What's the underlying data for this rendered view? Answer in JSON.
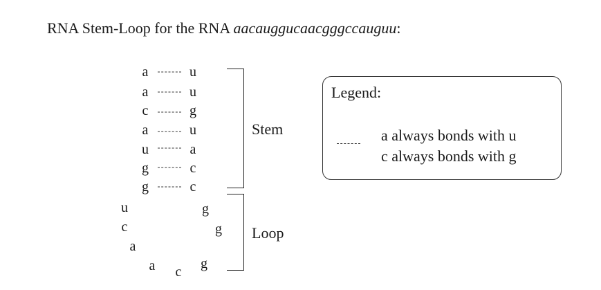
{
  "title": {
    "prefix": "RNA Stem-Loop for the RNA ",
    "sequence": "aacauggucaacgggccauguu",
    "suffix": ":"
  },
  "stem_pairs": [
    {
      "left": "a",
      "right": "u"
    },
    {
      "left": "a",
      "right": "u"
    },
    {
      "left": "c",
      "right": "g"
    },
    {
      "left": "a",
      "right": "u"
    },
    {
      "left": "u",
      "right": "a"
    },
    {
      "left": "g",
      "right": "c"
    },
    {
      "left": "g",
      "right": "c"
    }
  ],
  "loop": [
    "u",
    "c",
    "a",
    "a",
    "c",
    "g",
    "g",
    "g"
  ],
  "labels": {
    "stem": "Stem",
    "loop": "Loop"
  },
  "legend": {
    "title": "Legend:",
    "rules": [
      "a always bonds with u",
      "c always bonds with g"
    ]
  }
}
